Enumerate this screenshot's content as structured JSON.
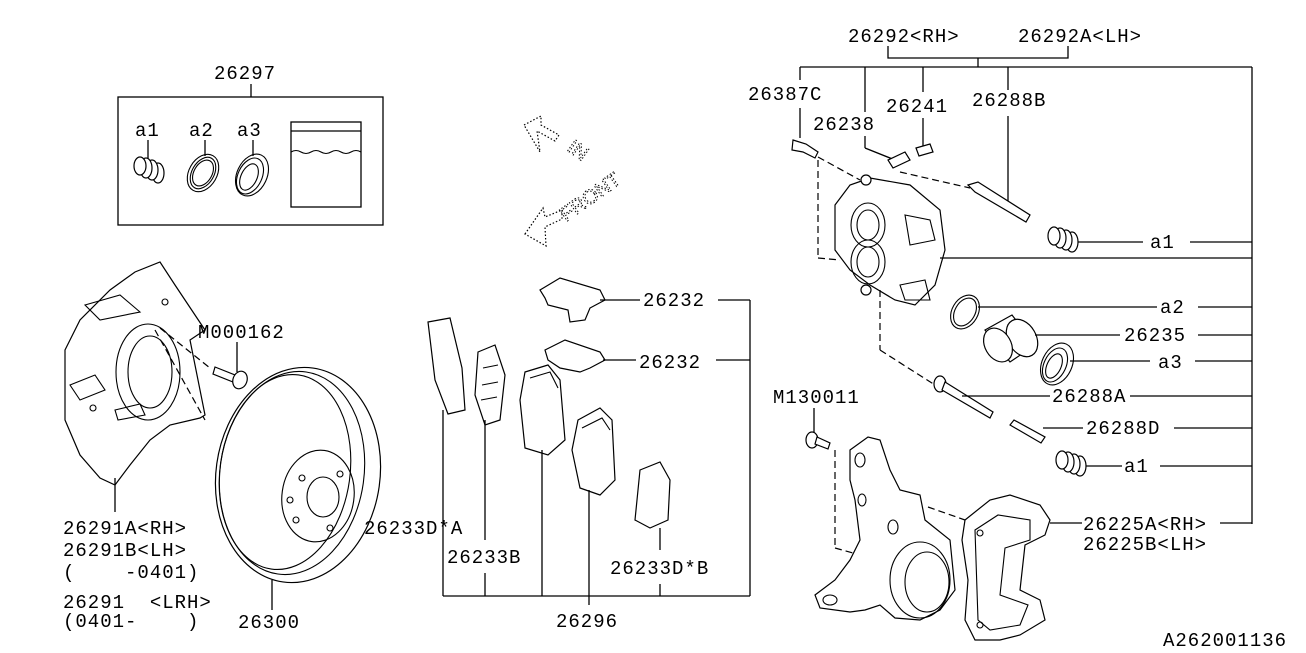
{
  "diagram": {
    "reference_code": "A262001136",
    "direction_labels": {
      "in": "IN",
      "front": "FRONT"
    },
    "kit": {
      "part_no": "26297",
      "items": [
        "a1",
        "a2",
        "a3"
      ]
    },
    "caliper_assembly": {
      "rh": "26292<RH>",
      "lh": "26292A<LH>"
    },
    "parts": {
      "p26387C": "26387C",
      "p26238": "26238",
      "p26241": "26241",
      "p26288B": "26288B",
      "a1_top": "a1",
      "a2": "a2",
      "p26235": "26235",
      "a3": "a3",
      "p26288A": "26288A",
      "p26288D": "26288D",
      "a1_bottom": "a1",
      "m130011": "M130011",
      "p26225A": "26225A<RH>",
      "p26225B": "26225B<LH>",
      "m000162": "M000162",
      "p26232_top": "26232",
      "p26232_bottom": "26232",
      "p26233DA": "26233D*A",
      "p26233B": "26233B",
      "p26233DB": "26233D*B",
      "p26296": "26296",
      "p26300": "26300"
    },
    "dust_cover": {
      "line1": "26291A<RH>",
      "line2": "26291B<LH>",
      "line3": "(    -0401)",
      "line4": "26291  <LRH>",
      "line5": "(0401-    )"
    }
  }
}
